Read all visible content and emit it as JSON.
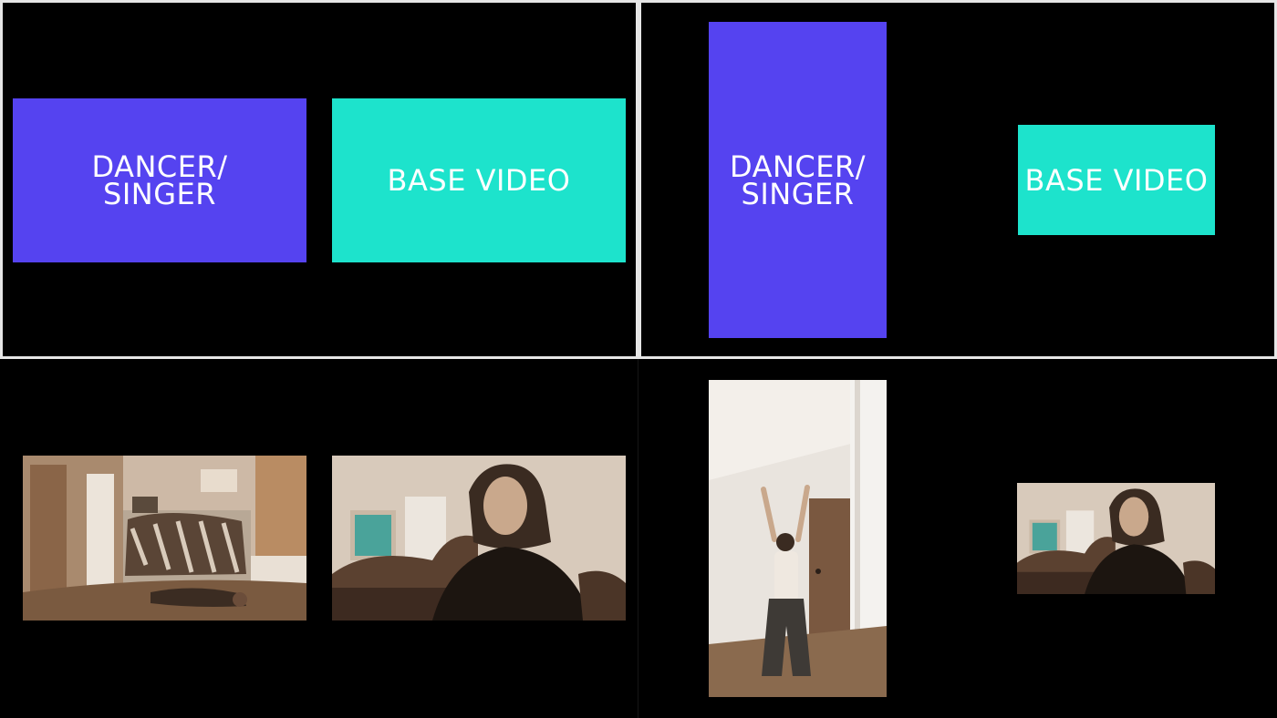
{
  "layout_a": {
    "dancer_label": "DANCER/\nSINGER",
    "base_label": "BASE VIDEO"
  },
  "layout_b": {
    "dancer_label": "DANCER/\nSINGER",
    "base_label": "BASE VIDEO"
  },
  "colors": {
    "dancer_block": "#5543f0",
    "base_block": "#1de3cc",
    "background": "#000000",
    "frame_border": "#e6e6e6"
  }
}
